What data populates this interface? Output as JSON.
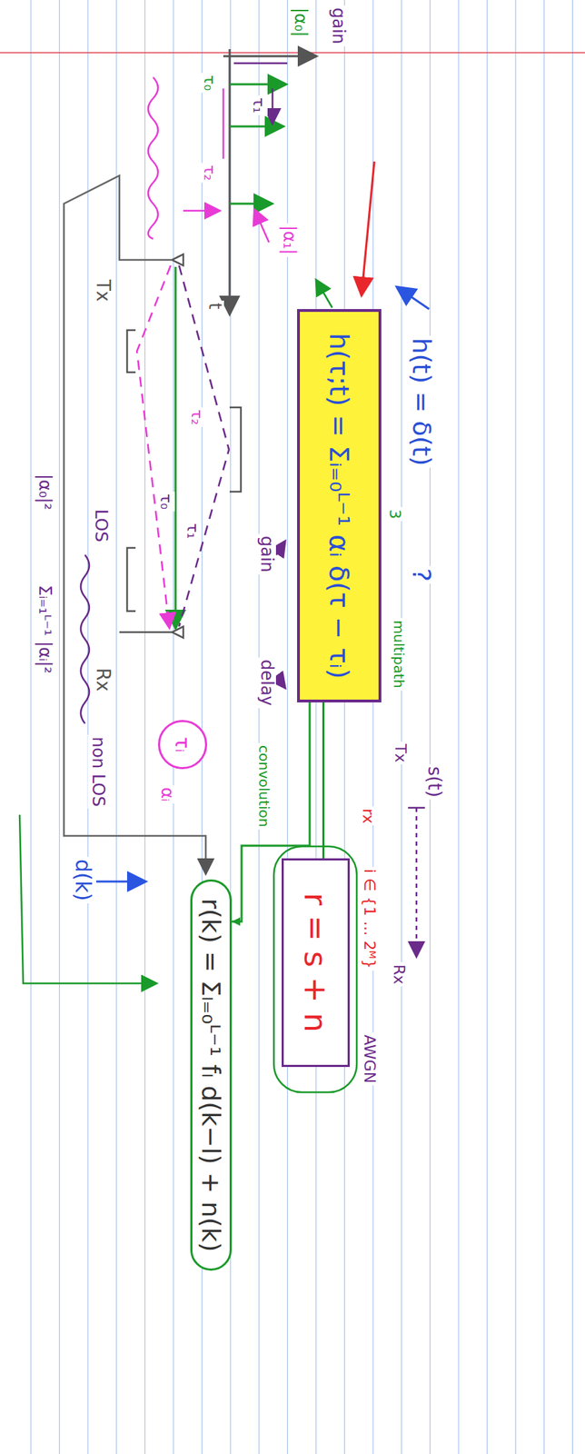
{
  "diagram": {
    "nodes": [
      {
        "text": [
          "h(τ;t) = Σᵢ₌₀ᴸ⁻¹ αᵢ δ(τ − τᵢ)"
        ]
      },
      {
        "text": [
          "r = s + n"
        ]
      },
      {
        "text": [
          "r(k) = Σₗ₌₀ᴸ⁻¹ fₗ d(k−l) + n(k)"
        ]
      },
      {
        "text": [
          "τᵢ"
        ]
      }
    ],
    "edges": [
      {
        "from": 0,
        "to": 1,
        "arrow": "none"
      },
      {
        "from": 0,
        "to": 2,
        "arrow": "to"
      }
    ],
    "labels": [
      "gain",
      "|α₀|",
      "τ₀",
      "τ₁",
      "τ₂",
      "t",
      "|α₁|",
      "Tx",
      "Rx",
      "τ₂",
      "τ₀",
      "τ₁",
      "LOS",
      "|α₀|²",
      "Σᵢ₌₁ᴸ⁻¹ |αᵢ|²",
      "non LOS",
      "αᵢ",
      "h(t) = δ(t)",
      "?",
      "multipath",
      "gain",
      "delay",
      "Tx",
      "s(t)",
      "Rx",
      "rx",
      "i ∈ {1 ... 2ᴹ}",
      "AWGN",
      "d(k)",
      "convolution",
      "3"
    ]
  }
}
